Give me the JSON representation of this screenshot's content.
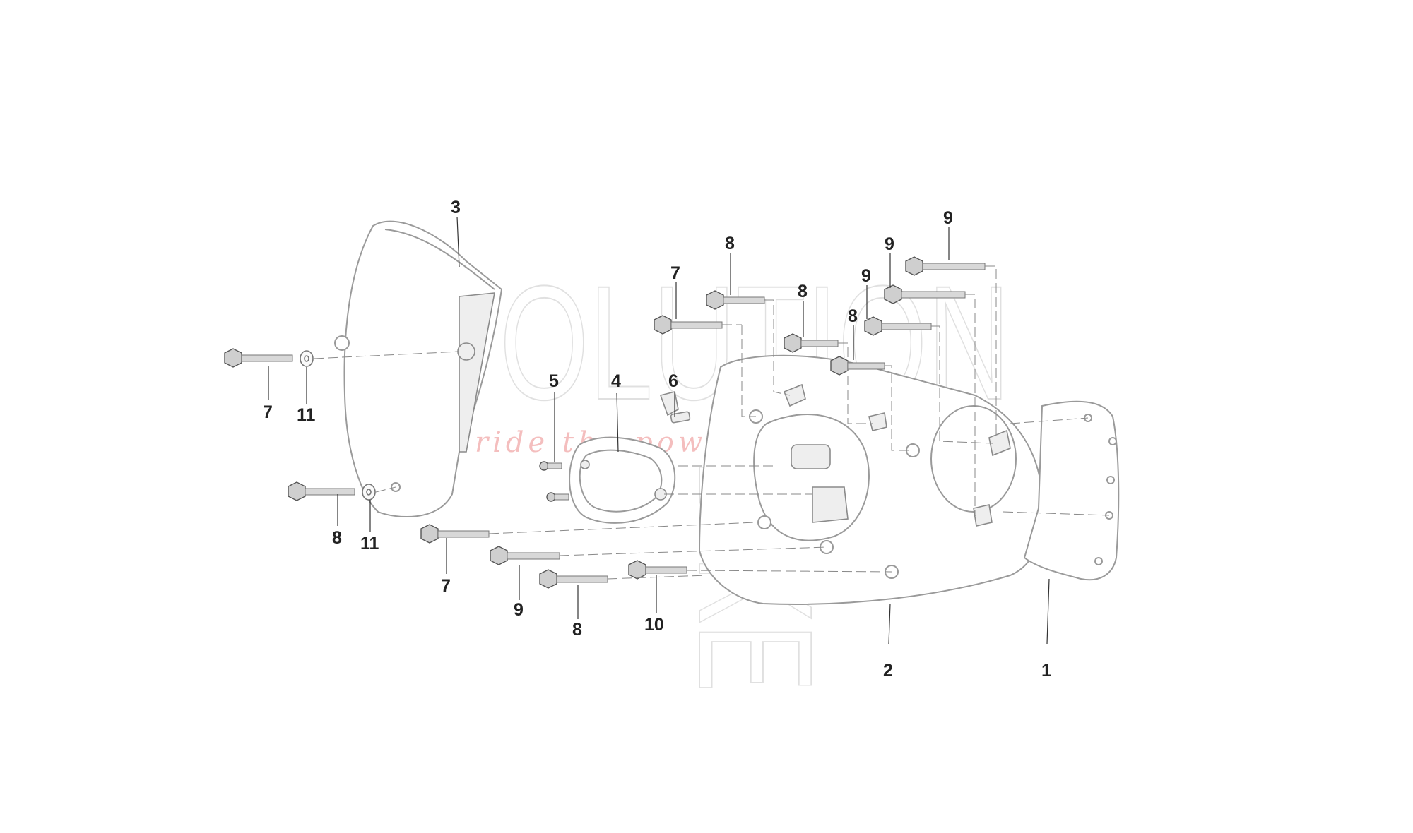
{
  "watermark": {
    "brand_top": "EVOLUTION",
    "brand_bottom": "BIKE",
    "slogan": "ride the power"
  },
  "callouts": [
    {
      "id": "c1",
      "text": "1"
    },
    {
      "id": "c2",
      "text": "2"
    },
    {
      "id": "c3",
      "text": "3"
    },
    {
      "id": "c4",
      "text": "4"
    },
    {
      "id": "c5",
      "text": "5"
    },
    {
      "id": "c6",
      "text": "6"
    },
    {
      "id": "c7a",
      "text": "7"
    },
    {
      "id": "c7b",
      "text": "7"
    },
    {
      "id": "c7c",
      "text": "7"
    },
    {
      "id": "c8a",
      "text": "8"
    },
    {
      "id": "c8b",
      "text": "8"
    },
    {
      "id": "c8c",
      "text": "8"
    },
    {
      "id": "c8d",
      "text": "8"
    },
    {
      "id": "c8e",
      "text": "8"
    },
    {
      "id": "c9a",
      "text": "9"
    },
    {
      "id": "c9b",
      "text": "9"
    },
    {
      "id": "c9c",
      "text": "9"
    },
    {
      "id": "c9d",
      "text": "9"
    },
    {
      "id": "c10",
      "text": "10"
    },
    {
      "id": "c11a",
      "text": "11"
    },
    {
      "id": "c11b",
      "text": "11"
    }
  ]
}
